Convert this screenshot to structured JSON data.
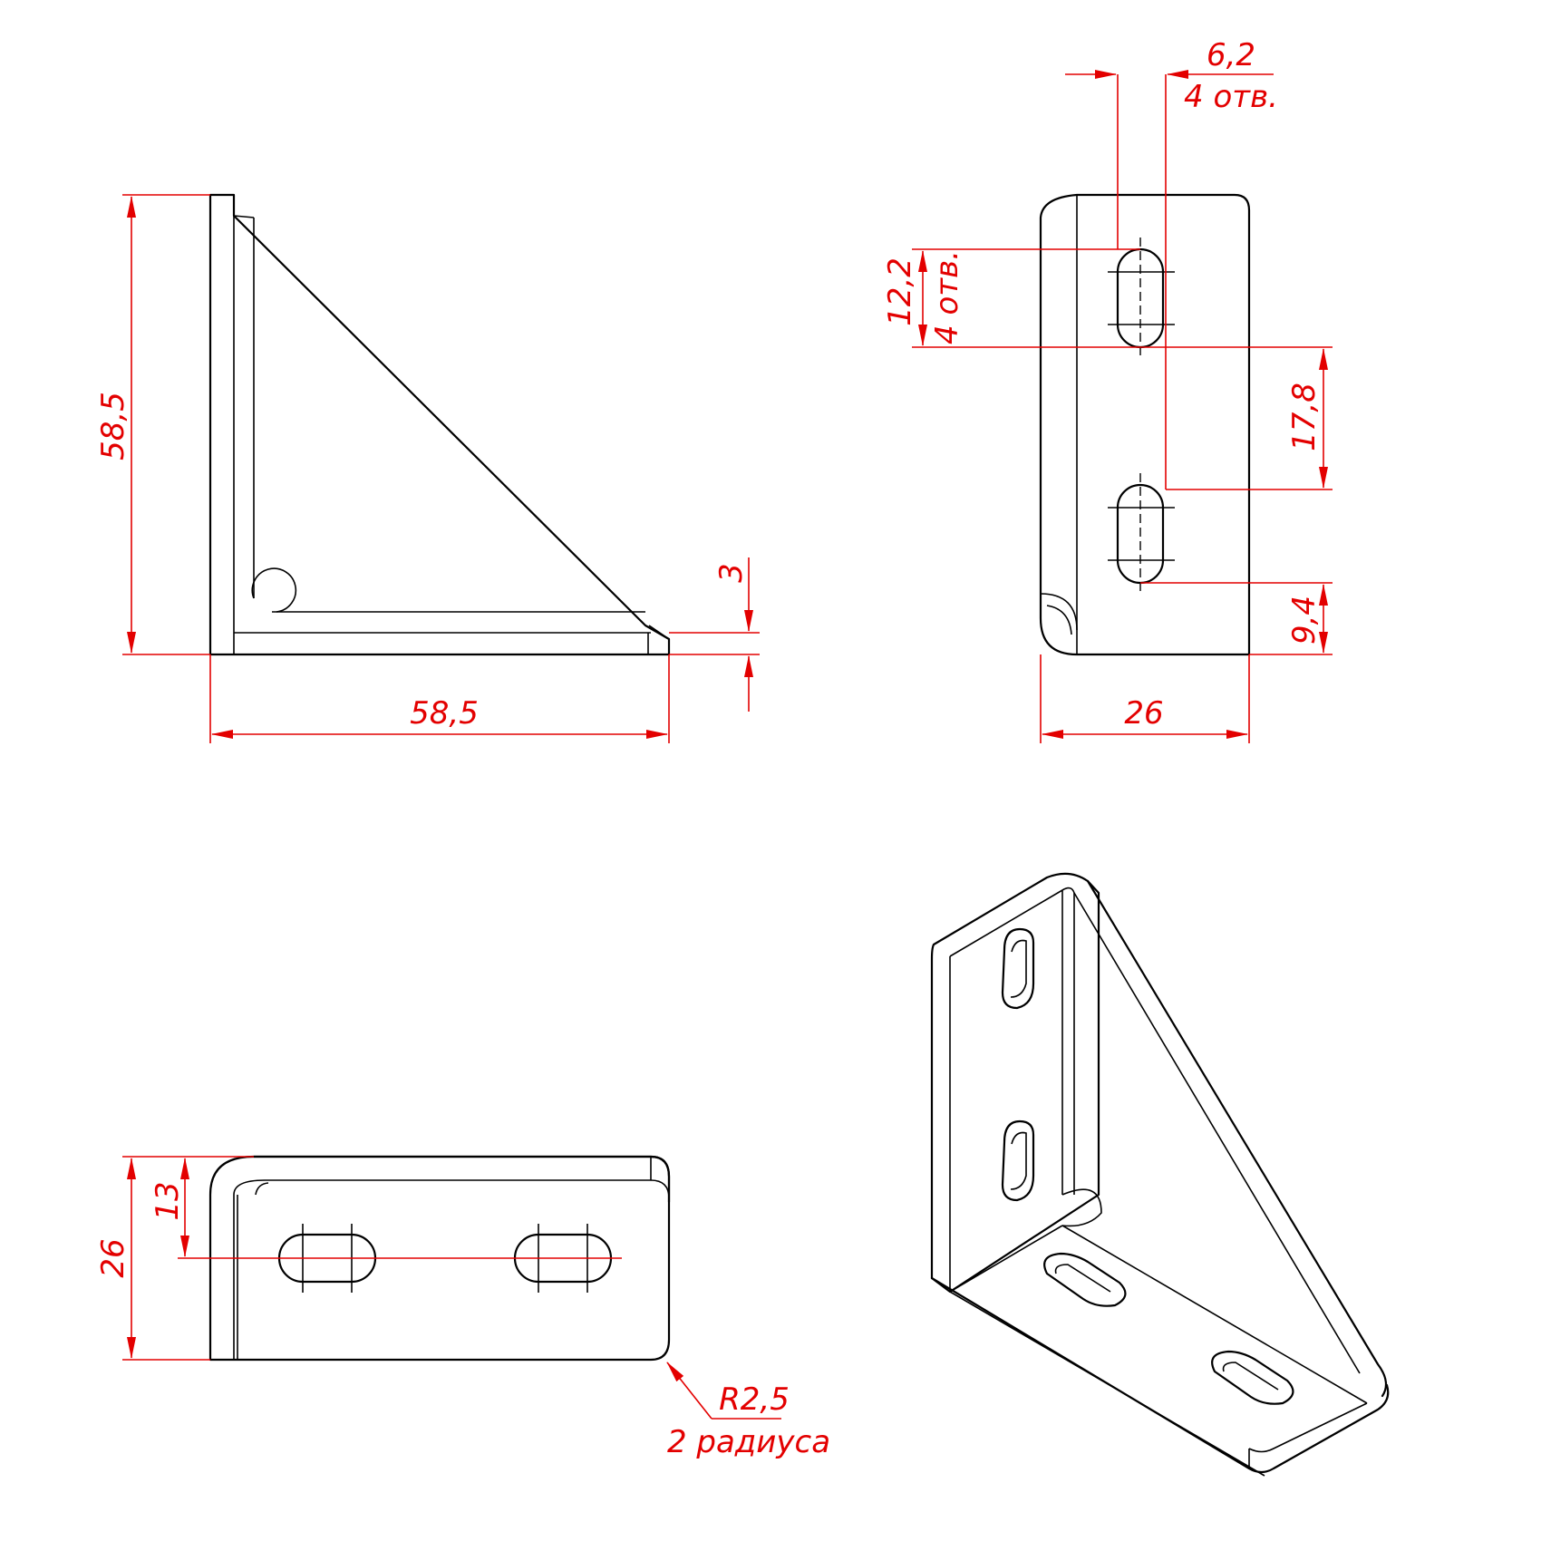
{
  "colors": {
    "dimension": "#e30000",
    "outline": "#000000",
    "background": "#ffffff"
  },
  "front_view": {
    "height_label": "58,5",
    "width_label": "58,5",
    "thickness_label": "3"
  },
  "side_view": {
    "slot_width_label": "6,2",
    "slot_width_note": "4 отв.",
    "slot_length_label": "12,2",
    "slot_length_note": "4 отв.",
    "slot_spacing_label": "17,8",
    "slot_offset_label": "9,4",
    "width_label": "26"
  },
  "top_view": {
    "width_label": "26",
    "center_label": "13",
    "radius_label": "R2,5",
    "radius_note": "2 радиуса"
  }
}
